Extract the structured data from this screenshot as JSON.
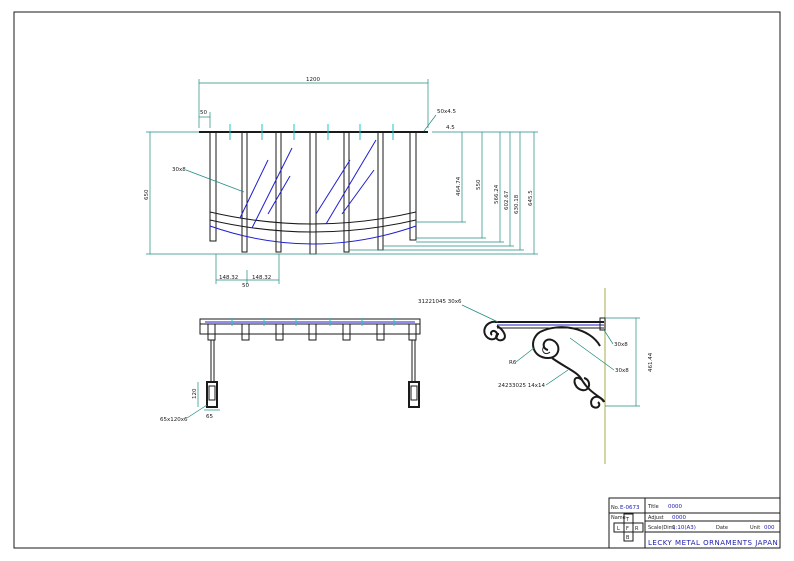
{
  "front_view": {
    "width": "1200",
    "left_offset": "50",
    "section_top": "50x4.5",
    "thickness": "4.5",
    "height": "650",
    "post_label": "30x8",
    "dims_vertical": [
      "464.74",
      "550",
      "566.24",
      "602.67",
      "630.18",
      "645.5"
    ],
    "spacing_1": "148.32",
    "spacing_2": "148.32",
    "center_gap": "50"
  },
  "bottom_view": {
    "height_120": "120",
    "width_65": "65",
    "section": "65x120x6"
  },
  "side_view": {
    "top_label": "31221045  30x6",
    "label_30x8_a": "30x8",
    "label_30x8_b": "30x8",
    "label_r": "R6",
    "scroll_label": "24233025  14x14",
    "height": "461.44"
  },
  "title_block": {
    "no_label": "No.",
    "no_value": "E-0673",
    "title_label": "Title",
    "title_value": "0000",
    "name_label": "Name",
    "adjust_label": "Adjust",
    "adjust_value": "0000",
    "scale_label": "Scale(Dim)",
    "scale_value": "1:10(A3)",
    "date_label": "Date",
    "unit_label": "Unit",
    "unit_value": "000",
    "grid_t": "T",
    "grid_l": "L",
    "grid_f": "F",
    "grid_r": "R",
    "grid_b": "B",
    "company": "LECKY METAL ORNAMENTS JAPAN"
  }
}
